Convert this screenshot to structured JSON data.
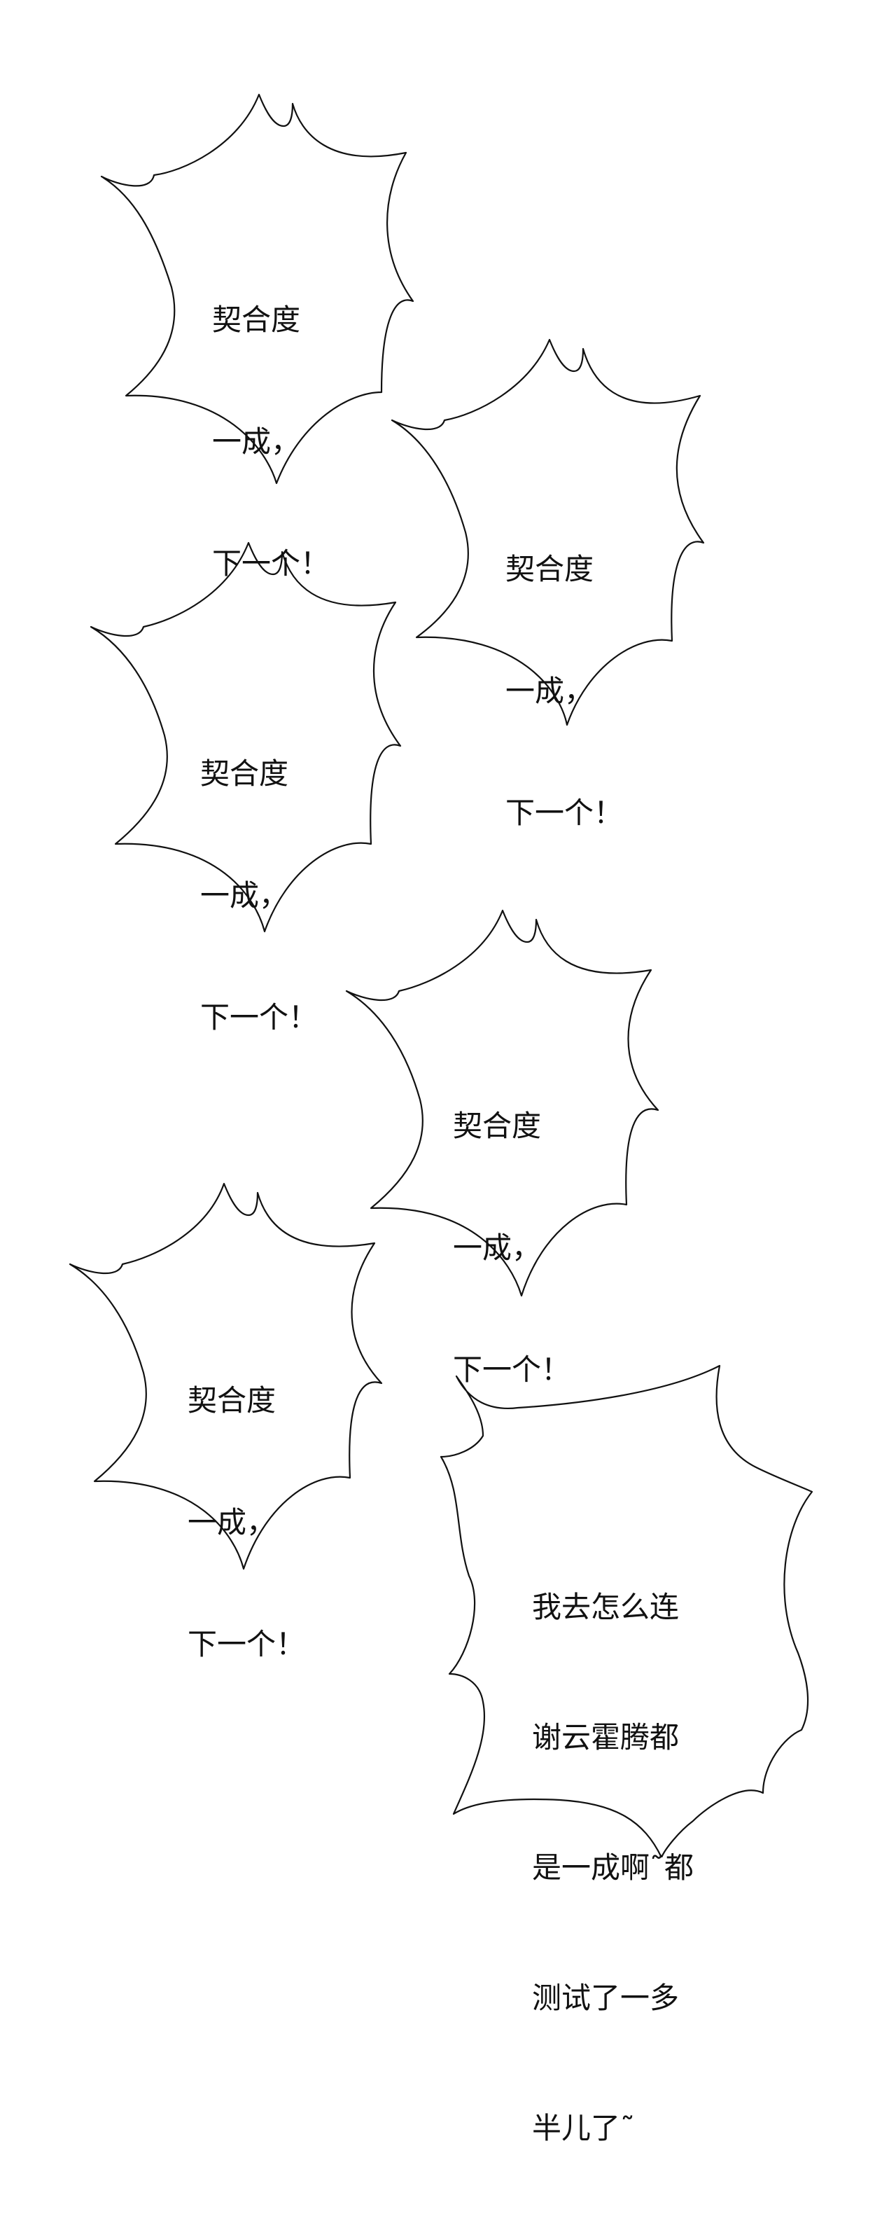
{
  "panel": {
    "background": "#ffffff",
    "ink": "#111111"
  },
  "bubbles": [
    {
      "lines": [
        "契合度",
        "一成，",
        "下一个！"
      ]
    },
    {
      "lines": [
        "契合度",
        "一成，",
        "下一个！"
      ]
    },
    {
      "lines": [
        "契合度",
        "一成，",
        "下一个！"
      ]
    },
    {
      "lines": [
        "契合度",
        "一成，",
        "下一个！"
      ]
    },
    {
      "lines": [
        "契合度",
        "一成，",
        "下一个！"
      ]
    },
    {
      "lines": [
        "我去怎么连",
        "谢云霍腾都",
        "是一成啊˜都",
        "测试了一多",
        "半儿了˜"
      ]
    }
  ]
}
